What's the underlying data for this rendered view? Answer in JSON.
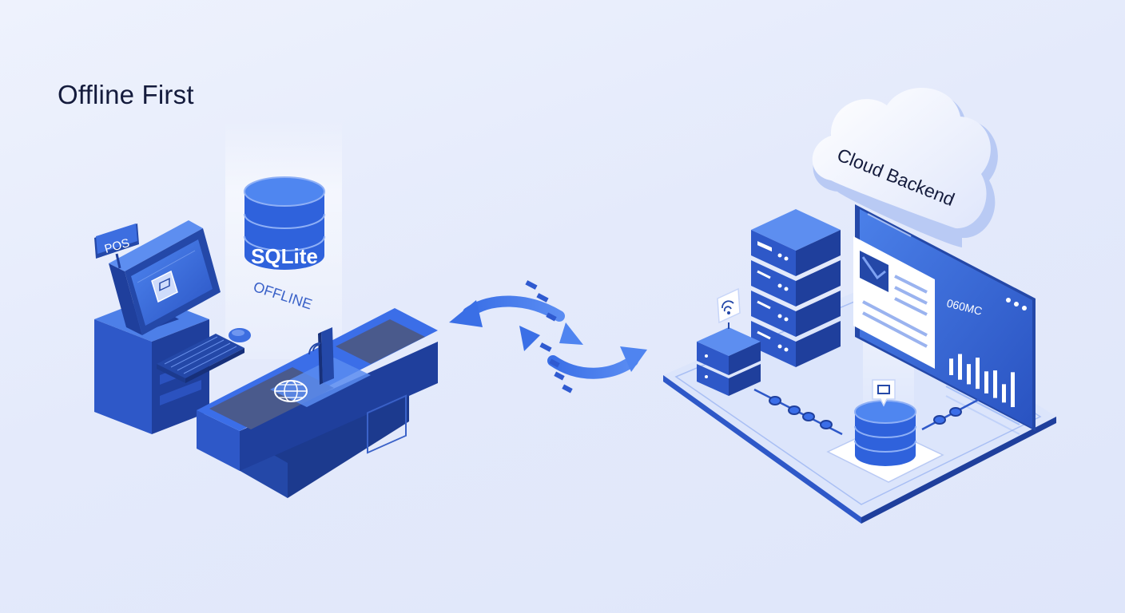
{
  "header": {
    "title": "Offline First"
  },
  "labels": {
    "pos_tag": "POS",
    "sqlite": "SQLite",
    "offline": "OFFLINE",
    "cloud": "Cloud Backend",
    "dashboard_code": "060MC"
  },
  "dashboard": {
    "bars": [
      0.45,
      0.7,
      0.55,
      0.85,
      0.6,
      0.75,
      0.5,
      0.95
    ]
  },
  "colors": {
    "primary": "#3b6ee8",
    "dark": "#2448a8",
    "deep": "#1c3a8e",
    "light": "#7ea2f2",
    "background": "#e6ecfb"
  }
}
